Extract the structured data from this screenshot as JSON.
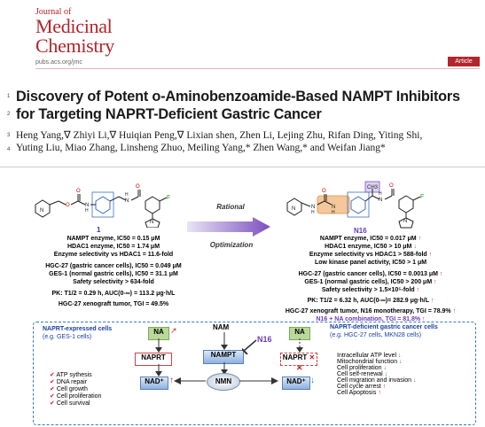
{
  "journal": {
    "line1": "Journal of",
    "line2": "Medicinal",
    "line3": "Chemistry",
    "url": "pubs.acs.org/jmc",
    "type": "Article"
  },
  "title": {
    "line1": "Discovery of Potent o-Aminobenzoamide-Based NAMPT Inhibitors",
    "line2": "for Targeting NAPRT-Deficient Gastric Cancer"
  },
  "authors": {
    "line1": "Heng Yang,∇ Zhiyi Li,∇ Huiqian Peng,∇ Lixian shen, Zhen Li, Lejing Zhu, Rifan Ding, Yiting Shi,",
    "line2": "Yuting Liu, Miao Zhang, Linsheng Zhuo, Meiling Yang,* Zhen Wang,* and Weifan Jiang*"
  },
  "line_numbers": [
    "1",
    "2",
    "3",
    "4"
  ],
  "toc": {
    "compound1": {
      "label": "1",
      "lines": [
        "NAMPT enzyme, IC50 = 0.15 μM",
        "HDAC1 enzyme, IC50 = 1.74 μM",
        "Enzyme selectivity vs HDAC1 = 11.6-fold",
        "HGC-27 (gastric cancer cells), IC50 = 0.049 μM",
        "GES-1 (normal gastric cells), IC50 = 31.1 μM",
        "Safety selectivity > 634-fold",
        "PK: T1/2 = 0.29 h, AUC(0-∞) = 113.2 μg·h/L",
        "HGC-27 xenograft tumor, TGI = 49.5%"
      ]
    },
    "arrow": {
      "top": "Rational",
      "bottom": "Optimization"
    },
    "n16": {
      "label": "N16",
      "lines": [
        "NAMPT enzyme, IC50 = 0.017 μM",
        "HDAC1 enzyme, IC50 >  10 μM",
        "Enzyme selectivity vs HDAC1 > 588-fold",
        "Low kinase panel activity, IC50 >  1 μM",
        "HGC-27 (gastric cancer cells), IC50 = 0.0013 μM",
        "GES-1 (normal gastric cells), IC50 > 200 μM",
        "Safety selectivity > 1.5×10⁵-fold",
        "PK: T1/2 = 6.32 h, AUC(0-∞)= 282.9 μg·h/L",
        "HGC-27 xenograft tumor, N16 monotherapy, TGI = 78.9%",
        "N16 + NA combination, TGI = 81.8%"
      ]
    }
  },
  "pathway": {
    "left_title": "NAPRT-expressed cells",
    "left_sub": "(e.g. GES-1 cells)",
    "right_title": "NAPRT-deficient gastric cancer cells",
    "right_sub": "(e.g. HGC-27 cells, MKN28 cells)",
    "na": "NA",
    "naprt": "NAPRT",
    "nad": "NAD⁺",
    "nam": "NAM",
    "nampt": "NAMPT",
    "nmn": "NMN",
    "inhibitor": "N16",
    "left_effects": [
      "ATP sythesis",
      "DNA repair",
      "Cell growth",
      "Cell proliferation",
      "Cell survival"
    ],
    "right_effects": [
      "Intracellular ATP level",
      "Mitochondrial function",
      "Cell proliferation",
      "Cell self-renewal",
      "Cell migration and invasion",
      "Cell cycle arrest",
      "Cell Apoptosis"
    ]
  }
}
